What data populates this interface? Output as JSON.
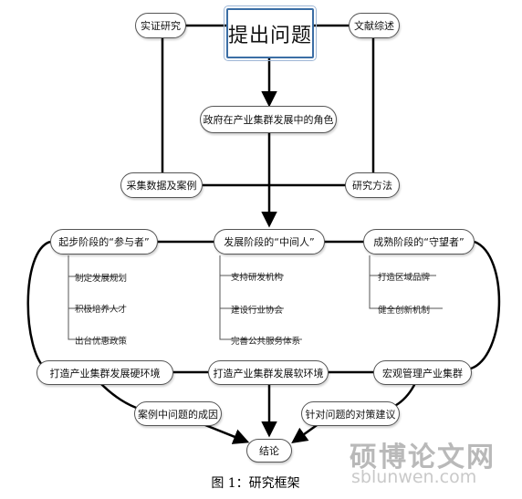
{
  "diagram": {
    "main_title": "提出问题",
    "top_left": "实证研究",
    "top_right": "文献综述",
    "role": "政府在产业集群发展中的角色",
    "data_collect": "采集数据及案例",
    "method": "研究方法",
    "stages": [
      {
        "label": "起步阶段的“参与者”",
        "items": [
          "制定发展规划",
          "积极培养人才",
          "出台优惠政策"
        ]
      },
      {
        "label": "发展阶段的“中间人”",
        "items": [
          "支持研发机构",
          "建设行业协会",
          "完善公共服务体系"
        ]
      },
      {
        "label": "成熟阶段的“守望者”",
        "items": [
          "打造区域品牌",
          "健全创新机制"
        ]
      }
    ],
    "env_hard": "打造产业集群发展硬环境",
    "env_soft": "打造产业集群发展软环境",
    "macro": "宏观管理产业集群",
    "causes": "案例中问题的成因",
    "suggestions": "针对问题的对策建议",
    "conclusion": "结论"
  },
  "caption": "图 1：研究框架",
  "watermark": {
    "cn": "硕博论文网",
    "url": "sblunwen.com"
  },
  "colors": {
    "main_border": "#3b6ea5",
    "line": "#000000"
  }
}
